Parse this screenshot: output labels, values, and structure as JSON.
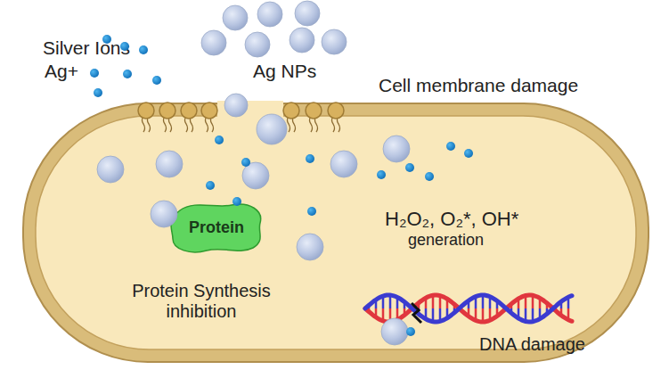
{
  "diagram": {
    "nodes": [
      {
        "text": [
          "Protein"
        ]
      }
    ],
    "labels": [
      "Silver Ions",
      "Ag+",
      "Ag NPs",
      "Cell membrane damage",
      "H₂O₂,  O₂*,  OH*",
      "generation",
      "Protein Synthesis inhibition",
      "DNA damage"
    ]
  }
}
